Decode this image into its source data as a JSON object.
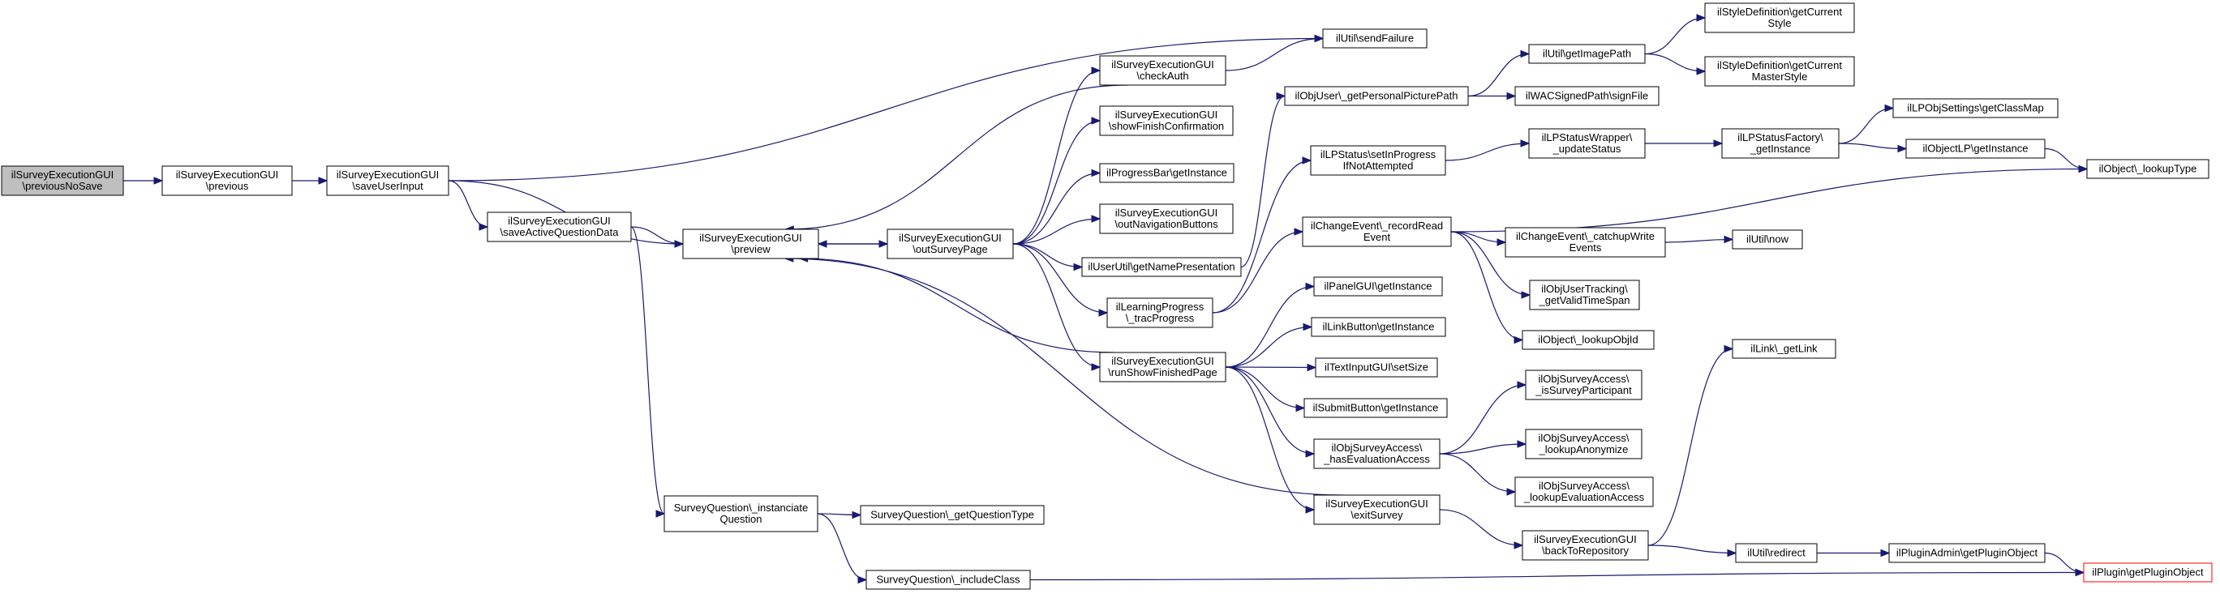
{
  "colors": {
    "edge": "#191970",
    "box_border": "#000000",
    "box_fill": "#ffffff",
    "start_fill": "#bfbfbf",
    "highlight_border": "#ff0000"
  },
  "nodes": [
    {
      "id": "previousNoSave",
      "lines": [
        "ilSurveyExecutionGUI",
        "\\previousNoSave"
      ],
      "style": "start"
    },
    {
      "id": "previous",
      "lines": [
        "ilSurveyExecutionGUI",
        "\\previous"
      ]
    },
    {
      "id": "saveUserInput",
      "lines": [
        "ilSurveyExecutionGUI",
        "\\saveUserInput"
      ]
    },
    {
      "id": "saveActiveQuestionData",
      "lines": [
        "ilSurveyExecutionGUI",
        "\\saveActiveQuestionData"
      ]
    },
    {
      "id": "preview",
      "lines": [
        "ilSurveyExecutionGUI",
        "\\preview"
      ]
    },
    {
      "id": "outSurveyPage",
      "lines": [
        "ilSurveyExecutionGUI",
        "\\outSurveyPage"
      ]
    },
    {
      "id": "checkAuth",
      "lines": [
        "ilSurveyExecutionGUI",
        "\\checkAuth"
      ]
    },
    {
      "id": "showFinishConfirmation",
      "lines": [
        "ilSurveyExecutionGUI",
        "\\showFinishConfirmation"
      ]
    },
    {
      "id": "progressBar",
      "lines": [
        "ilProgressBar\\getInstance"
      ]
    },
    {
      "id": "outNavigationButtons",
      "lines": [
        "ilSurveyExecutionGUI",
        "\\outNavigationButtons"
      ]
    },
    {
      "id": "getNamePresentation",
      "lines": [
        "ilUserUtil\\getNamePresentation"
      ]
    },
    {
      "id": "tracProgress",
      "lines": [
        "ilLearningProgress",
        "\\_tracProgress"
      ]
    },
    {
      "id": "runShowFinishedPage",
      "lines": [
        "ilSurveyExecutionGUI",
        "\\runShowFinishedPage"
      ]
    },
    {
      "id": "sendFailure",
      "lines": [
        "ilUtil\\sendFailure"
      ]
    },
    {
      "id": "getPersonalPicturePath",
      "lines": [
        "ilObjUser\\_getPersonalPicturePath"
      ]
    },
    {
      "id": "setInProgress",
      "lines": [
        "ilLPStatus\\setInProgress",
        "IfNotAttempted"
      ]
    },
    {
      "id": "recordReadEvent",
      "lines": [
        "ilChangeEvent\\_recordRead",
        "Event"
      ]
    },
    {
      "id": "panelGUI",
      "lines": [
        "ilPanelGUI\\getInstance"
      ]
    },
    {
      "id": "linkButton",
      "lines": [
        "ilLinkButton\\getInstance"
      ]
    },
    {
      "id": "textInputGUI",
      "lines": [
        "ilTextInputGUI\\setSize"
      ]
    },
    {
      "id": "submitButton",
      "lines": [
        "ilSubmitButton\\getInstance"
      ]
    },
    {
      "id": "hasEvaluationAccess",
      "lines": [
        "ilObjSurveyAccess\\",
        "_hasEvaluationAccess"
      ]
    },
    {
      "id": "exitSurvey",
      "lines": [
        "ilSurveyExecutionGUI",
        "\\exitSurvey"
      ]
    },
    {
      "id": "getImagePath",
      "lines": [
        "ilUtil\\getImagePath"
      ]
    },
    {
      "id": "signFile",
      "lines": [
        "ilWACSignedPath\\signFile"
      ]
    },
    {
      "id": "updateStatus",
      "lines": [
        "ilLPStatusWrapper\\",
        "_updateStatus"
      ]
    },
    {
      "id": "catchupWriteEvents",
      "lines": [
        "ilChangeEvent\\_catchupWrite",
        "Events"
      ]
    },
    {
      "id": "getValidTimeSpan",
      "lines": [
        "ilObjUserTracking\\",
        "_getValidTimeSpan"
      ]
    },
    {
      "id": "lookupObjId",
      "lines": [
        "ilObject\\_lookupObjId"
      ]
    },
    {
      "id": "isSurveyParticipant",
      "lines": [
        "ilObjSurveyAccess\\",
        "_isSurveyParticipant"
      ]
    },
    {
      "id": "lookupAnonymize",
      "lines": [
        "ilObjSurveyAccess\\",
        "_lookupAnonymize"
      ]
    },
    {
      "id": "lookupEvaluationAccess",
      "lines": [
        "ilObjSurveyAccess\\",
        "_lookupEvaluationAccess"
      ]
    },
    {
      "id": "backToRepository",
      "lines": [
        "ilSurveyExecutionGUI",
        "\\backToRepository"
      ]
    },
    {
      "id": "getCurrentStyle",
      "lines": [
        "ilStyleDefinition\\getCurrent",
        "Style"
      ]
    },
    {
      "id": "getCurrentMasterStyle",
      "lines": [
        "ilStyleDefinition\\getCurrent",
        "MasterStyle"
      ]
    },
    {
      "id": "lpStatusFactory",
      "lines": [
        "ilLPStatusFactory\\",
        "_getInstance"
      ]
    },
    {
      "id": "now",
      "lines": [
        "ilUtil\\now"
      ]
    },
    {
      "id": "getLink",
      "lines": [
        "ilLink\\_getLink"
      ]
    },
    {
      "id": "redirect",
      "lines": [
        "ilUtil\\redirect"
      ]
    },
    {
      "id": "getClassMap",
      "lines": [
        "ilLPObjSettings\\getClassMap"
      ]
    },
    {
      "id": "objectLP",
      "lines": [
        "ilObjectLP\\getInstance"
      ]
    },
    {
      "id": "pluginAdmin",
      "lines": [
        "ilPluginAdmin\\getPluginObject"
      ]
    },
    {
      "id": "lookupType",
      "lines": [
        "ilObject\\_lookupType"
      ]
    },
    {
      "id": "pluginObject",
      "lines": [
        "ilPlugin\\getPluginObject"
      ],
      "style": "highlight"
    },
    {
      "id": "instanciateQuestion",
      "lines": [
        "SurveyQuestion\\_instanciate",
        "Question"
      ]
    },
    {
      "id": "getQuestionType",
      "lines": [
        "SurveyQuestion\\_getQuestionType"
      ]
    },
    {
      "id": "includeClass",
      "lines": [
        "SurveyQuestion\\_includeClass"
      ]
    }
  ],
  "edges": [
    [
      "previousNoSave",
      "previous"
    ],
    [
      "previous",
      "saveUserInput"
    ],
    [
      "saveUserInput",
      "sendFailure"
    ],
    [
      "saveUserInput",
      "preview"
    ],
    [
      "saveUserInput",
      "saveActiveQuestionData"
    ],
    [
      "saveActiveQuestionData",
      "preview"
    ],
    [
      "saveActiveQuestionData",
      "instanciateQuestion"
    ],
    [
      "preview",
      "outSurveyPage"
    ],
    [
      "outSurveyPage",
      "preview"
    ],
    [
      "outSurveyPage",
      "checkAuth"
    ],
    [
      "outSurveyPage",
      "showFinishConfirmation"
    ],
    [
      "outSurveyPage",
      "progressBar"
    ],
    [
      "outSurveyPage",
      "outNavigationButtons"
    ],
    [
      "outSurveyPage",
      "getNamePresentation"
    ],
    [
      "outSurveyPage",
      "tracProgress"
    ],
    [
      "outSurveyPage",
      "runShowFinishedPage"
    ],
    [
      "checkAuth",
      "sendFailure"
    ],
    [
      "checkAuth",
      "preview"
    ],
    [
      "getNamePresentation",
      "getPersonalPicturePath"
    ],
    [
      "tracProgress",
      "setInProgress"
    ],
    [
      "tracProgress",
      "recordReadEvent"
    ],
    [
      "runShowFinishedPage",
      "preview"
    ],
    [
      "runShowFinishedPage",
      "panelGUI"
    ],
    [
      "runShowFinishedPage",
      "linkButton"
    ],
    [
      "runShowFinishedPage",
      "textInputGUI"
    ],
    [
      "runShowFinishedPage",
      "submitButton"
    ],
    [
      "runShowFinishedPage",
      "hasEvaluationAccess"
    ],
    [
      "runShowFinishedPage",
      "exitSurvey"
    ],
    [
      "exitSurvey",
      "preview"
    ],
    [
      "exitSurvey",
      "backToRepository"
    ],
    [
      "getPersonalPicturePath",
      "getImagePath"
    ],
    [
      "getPersonalPicturePath",
      "signFile"
    ],
    [
      "getImagePath",
      "getCurrentStyle"
    ],
    [
      "getImagePath",
      "getCurrentMasterStyle"
    ],
    [
      "setInProgress",
      "updateStatus"
    ],
    [
      "updateStatus",
      "lpStatusFactory"
    ],
    [
      "lpStatusFactory",
      "getClassMap"
    ],
    [
      "lpStatusFactory",
      "objectLP"
    ],
    [
      "objectLP",
      "lookupType"
    ],
    [
      "recordReadEvent",
      "lookupType"
    ],
    [
      "recordReadEvent",
      "catchupWriteEvents"
    ],
    [
      "recordReadEvent",
      "getValidTimeSpan"
    ],
    [
      "recordReadEvent",
      "lookupObjId"
    ],
    [
      "catchupWriteEvents",
      "now"
    ],
    [
      "hasEvaluationAccess",
      "isSurveyParticipant"
    ],
    [
      "hasEvaluationAccess",
      "lookupAnonymize"
    ],
    [
      "hasEvaluationAccess",
      "lookupEvaluationAccess"
    ],
    [
      "backToRepository",
      "getLink"
    ],
    [
      "backToRepository",
      "redirect"
    ],
    [
      "redirect",
      "pluginAdmin"
    ],
    [
      "pluginAdmin",
      "pluginObject"
    ],
    [
      "instanciateQuestion",
      "getQuestionType"
    ],
    [
      "instanciateQuestion",
      "includeClass"
    ],
    [
      "includeClass",
      "pluginObject"
    ]
  ]
}
